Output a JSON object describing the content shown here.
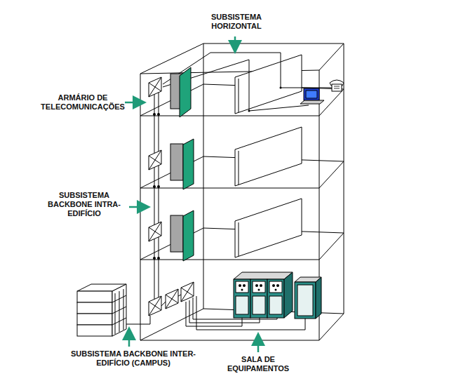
{
  "diagram": {
    "labels": [
      "SUBSISTEMA HORIZONTAL",
      "ARMÁRIO DE TELECOMUNICAÇÕES",
      "SUBSISTEMA BACKBONE INTRA-EDIFÍCIO",
      "SUBSISTEMA BACKBONE INTER-EDIFÍCIO (CAMPUS)",
      "SALA DE EQUIPAMENTOS"
    ]
  }
}
